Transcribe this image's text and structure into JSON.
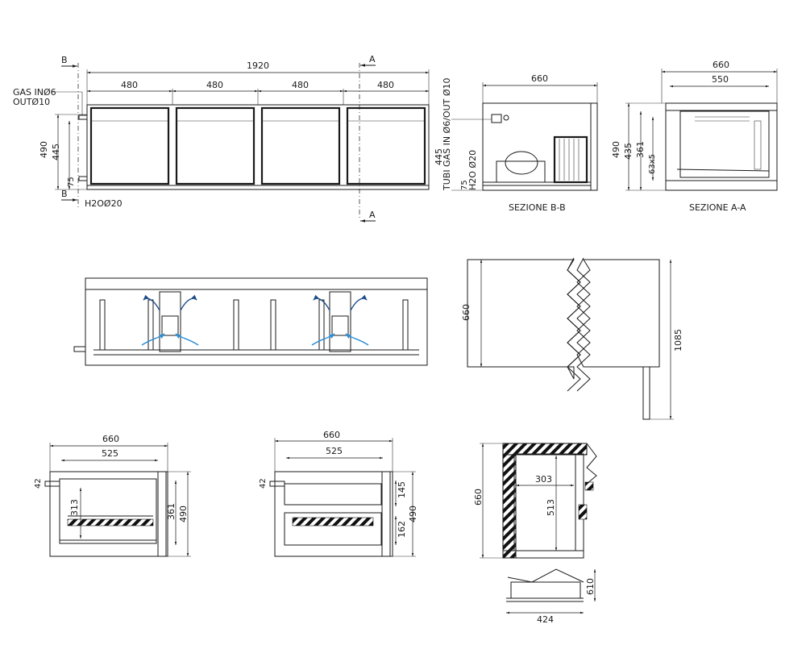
{
  "front_view": {
    "overall": "1920",
    "modules": [
      "480",
      "480",
      "480",
      "480"
    ],
    "height_total": "490",
    "height_body": "445",
    "height_base": "75",
    "gas_in": "GAS INØ6",
    "gas_out": "OUTØ10",
    "water": "H2OØ20",
    "section_b": "B",
    "section_a": "A"
  },
  "section_bb": {
    "width": "660",
    "height": "445",
    "tube_label": "TUBI GAS IN Ø6/OUT Ø10",
    "base": "75",
    "water_label": "H2O Ø20",
    "title": "SEZIONE B-B"
  },
  "section_aa": {
    "width_total": "660",
    "width_inner": "550",
    "h_total": "490",
    "h_mid": "435",
    "h_inner": "361",
    "grid": "63x5",
    "title": "SEZIONE A-A"
  },
  "side_view": {
    "depth": "660",
    "height_open": "1085"
  },
  "detail_left": {
    "width": "660",
    "inner": "525",
    "pipe": "42",
    "h_inner": "313",
    "h_mid": "361",
    "h_total": "490"
  },
  "detail_mid": {
    "width": "660",
    "inner": "525",
    "pipe": "42",
    "top_drawer": "145",
    "bottom_drawer": "162",
    "h_total": "490"
  },
  "detail_right": {
    "depth": "660",
    "width_inner": "303",
    "height_inner": "513",
    "bottom_h": "610",
    "bottom_w": "424"
  }
}
